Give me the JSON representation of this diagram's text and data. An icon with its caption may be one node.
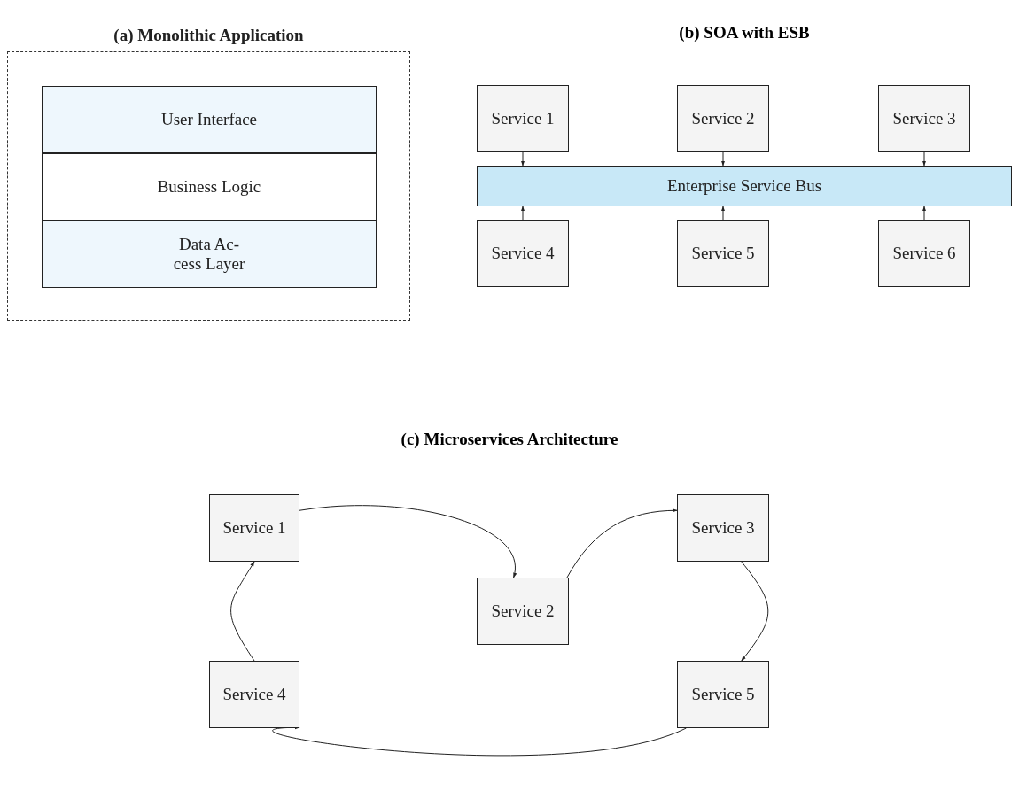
{
  "diagram": {
    "nodes": [
      {
        "text": [
          "(a) Monolithic Application"
        ]
      },
      {
        "text": [
          "User Interface"
        ],
        "in": 0
      },
      {
        "text": [
          "Business Logic"
        ],
        "in": 0
      },
      {
        "text": [
          "Data Ac- cess Layer"
        ],
        "in": 0
      },
      {
        "text": [
          "Service 1"
        ]
      },
      {
        "text": [
          "Service 2"
        ]
      },
      {
        "text": [
          "Service 3"
        ]
      },
      {
        "text": [
          "Enterprise Service Bus"
        ]
      },
      {
        "text": [
          "Service 4"
        ]
      },
      {
        "text": [
          "Service 5"
        ]
      },
      {
        "text": [
          "Service 6"
        ]
      },
      {
        "text": [
          "Service 1"
        ]
      },
      {
        "text": [
          "Service 2"
        ]
      },
      {
        "text": [
          "Service 3"
        ]
      },
      {
        "text": [
          "Service 4"
        ]
      },
      {
        "text": [
          "Service 5"
        ]
      }
    ],
    "edges": [
      {
        "from": 4,
        "to": 7,
        "arrow": "to"
      },
      {
        "from": 5,
        "to": 7,
        "arrow": "to"
      },
      {
        "from": 6,
        "to": 7,
        "arrow": "to"
      },
      {
        "from": 8,
        "to": 7,
        "arrow": "to"
      },
      {
        "from": 9,
        "to": 7,
        "arrow": "to"
      },
      {
        "from": 10,
        "to": 7,
        "arrow": "to"
      },
      {
        "from": 11,
        "to": 12,
        "arrow": "to"
      },
      {
        "from": 12,
        "to": 13,
        "arrow": "to"
      },
      {
        "from": 13,
        "to": 15,
        "arrow": "to"
      },
      {
        "from": 15,
        "to": 14,
        "arrow": "to"
      },
      {
        "from": 14,
        "to": 11,
        "arrow": "to"
      }
    ],
    "labels": [
      "(b) SOA with ESB",
      "(c) Microservices Architecture"
    ]
  }
}
